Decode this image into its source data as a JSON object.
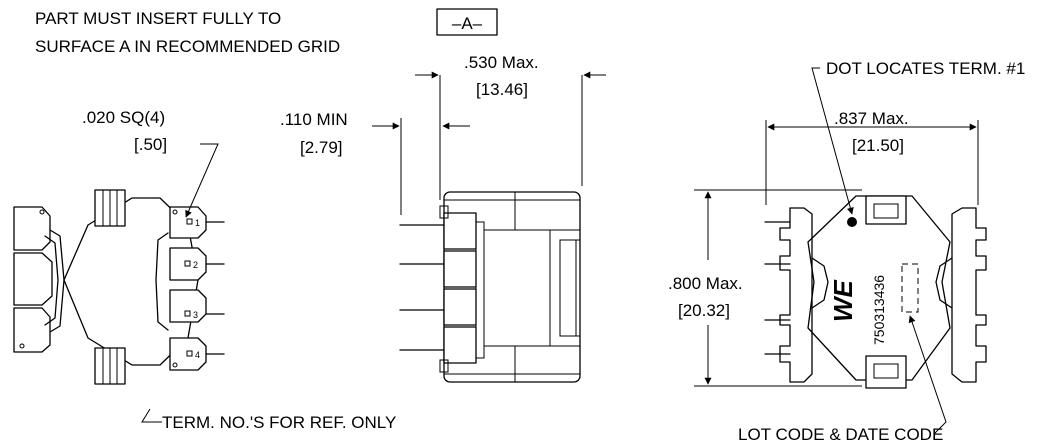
{
  "notes": {
    "insert_line1": "PART MUST INSERT FULLY TO",
    "insert_line2": "SURFACE A IN RECOMMENDED GRID",
    "datum": "–A–",
    "term_ref": "TERM. NO.'S FOR REF. ONLY",
    "dot": "DOT LOCATES TERM. #1",
    "lot": "LOT CODE & DATE CODE"
  },
  "dims": {
    "pin_sq": ".020 SQ(4)",
    "pin_sq_mm": "[.50]",
    "standoff": ".110 MIN",
    "standoff_mm": "[2.79]",
    "height": ".530 Max.",
    "height_mm": "[13.46]",
    "width": ".837 Max.",
    "width_mm": "[21.50]",
    "length": ".800 Max.",
    "length_mm": "[20.32]"
  },
  "pins": [
    "1",
    "2",
    "3",
    "4"
  ],
  "marking": {
    "logo": "WE",
    "part_number": "750313436"
  }
}
